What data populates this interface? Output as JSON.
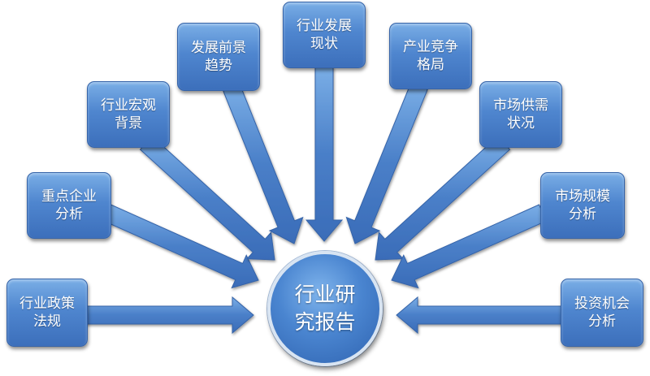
{
  "center": {
    "label": "行业研\n究报告"
  },
  "nodes": [
    {
      "id": "policy",
      "label": "行业政策\n法规"
    },
    {
      "id": "key-companies",
      "label": "重点企业\n分析"
    },
    {
      "id": "macro",
      "label": "行业宏观\n背景"
    },
    {
      "id": "prospects",
      "label": "发展前景\n趋势"
    },
    {
      "id": "status",
      "label": "行业发展\n现状"
    },
    {
      "id": "competition",
      "label": "产业竞争\n格局"
    },
    {
      "id": "supply-demand",
      "label": "市场供需\n状况"
    },
    {
      "id": "market-size",
      "label": "市场规模\n分析"
    },
    {
      "id": "investment",
      "label": "投资机会\n分析"
    }
  ],
  "colors": {
    "box": "#4f86cf",
    "arrow": "#4a7fc8",
    "border": "#3563a8",
    "text": "#ffffff"
  }
}
